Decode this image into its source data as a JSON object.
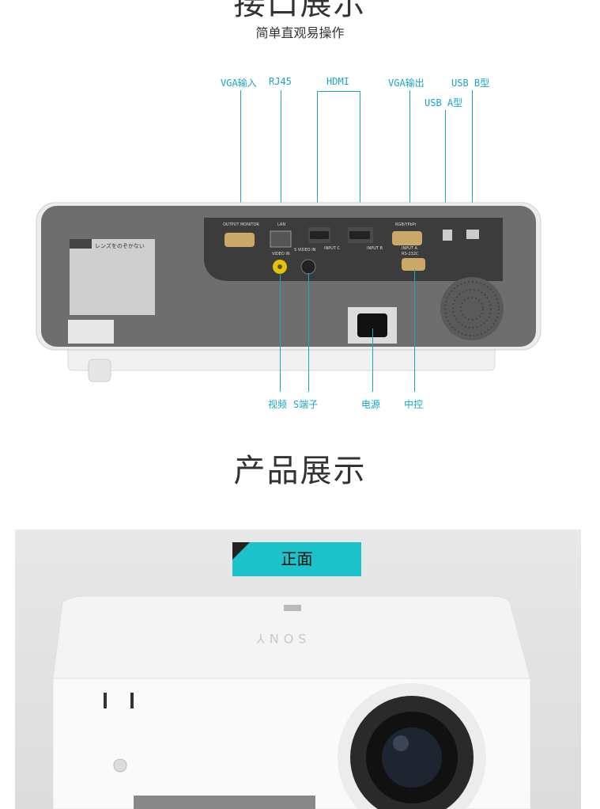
{
  "section1": {
    "title": "接口展示",
    "subtitle": "简单直观易操作"
  },
  "callouts_top": {
    "vga_in": "VGA输入",
    "rj45": "RJ45",
    "hdmi": "HDMI",
    "vga_out": "VGA输出",
    "usb_b": "USB B型",
    "usb_a": "USB A型"
  },
  "callouts_bottom": {
    "video": "视频",
    "s_terminal": "S端子",
    "power": "电源",
    "control": "中控"
  },
  "panel_labels": {
    "output_monitor": "OUTPUT MONITOR",
    "lan": "LAN",
    "input_c": "INPUT C",
    "input_b": "INPUT B",
    "rgb_ypbpr": "RGB/YPbPr",
    "input_a": "INPUT A",
    "rs232c": "RS-232C",
    "video_in": "VIDEO IN",
    "s_video_in": "S VIDEO IN",
    "warning_title": "レンズをのぞかない"
  },
  "section2": {
    "title": "产品展示"
  },
  "front_tag": {
    "label": "正面"
  },
  "brand": "SONY"
}
